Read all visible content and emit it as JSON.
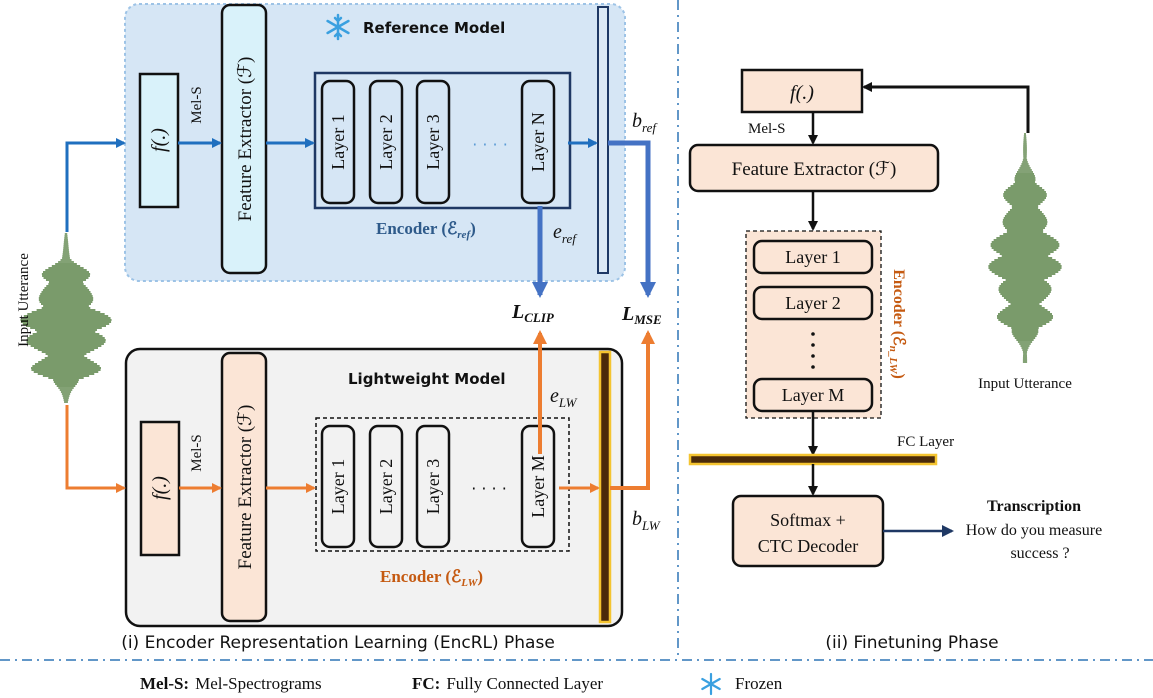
{
  "reference_model": {
    "title": "Reference Model",
    "f_label": "f(.)",
    "mels_label": "Mel-S",
    "feature_extractor": "Feature Extractor (ℱ)",
    "layers": [
      "Layer 1",
      "Layer 2",
      "Layer 3",
      "Layer N"
    ],
    "dots": "· · · ·",
    "encoder_label": "Encoder (ℰ",
    "encoder_sub": "ref",
    "b_label": "b",
    "b_sub": "ref",
    "e_label": "e",
    "e_sub": "ref"
  },
  "lightweight_model": {
    "title": "Lightweight Model",
    "f_label": "f(.)",
    "mels_label": "Mel-S",
    "feature_extractor": "Feature Extractor (ℱ)",
    "layers": [
      "Layer 1",
      "Layer 2",
      "Layer 3",
      "Layer M"
    ],
    "dots": "· · · ·",
    "encoder_label": "Encoder (ℰ",
    "encoder_sub": "LW",
    "b_label": "b",
    "b_sub": "LW",
    "e_label": "e",
    "e_sub": "LW"
  },
  "losses": {
    "clip": "L",
    "clip_sub": "CLIP",
    "mse": "L",
    "mse_sub": "MSE"
  },
  "left_input_label": "Input Utterance",
  "phase_i_caption": "(i) Encoder Representation Learning (EncRL) Phase",
  "finetune": {
    "f_label": "f(.)",
    "mels_label": "Mel-S",
    "feature_extractor": "Feature Extractor (ℱ)",
    "layers": [
      "Layer 1",
      "Layer 2",
      "Layer M"
    ],
    "encoder_label": "Encoder (ℰ",
    "encoder_sub": "n_LW",
    "fc_label": "FC Layer",
    "decoder_line1": "Softmax +",
    "decoder_line2": "CTC Decoder",
    "transcription_title": "Transcription",
    "transcription_line1": "How do you measure",
    "transcription_line2": "success ?",
    "input_label": "Input Utterance"
  },
  "phase_ii_caption": "(ii) Finetuning Phase",
  "legend": {
    "mels_key": "Mel-S:",
    "mels_value": "Mel-Spectrograms",
    "fc_key": "FC:",
    "fc_value": "Fully Connected Layer",
    "frozen_value": "Frozen"
  },
  "colors": {
    "blue_arrow": "#1f6fbf",
    "orange_arrow": "#ed7d31",
    "ref_bg": "#d6e6f5",
    "ref_box": "#d9f2fa",
    "lw_bg": "#f2f2f2",
    "lw_box": "#fbe5d6",
    "encoder_blue_text": "#2e5a8a",
    "encoder_orange_text": "#c55a11",
    "waveform": "#4e7a3a",
    "fc_bar": "#4a2a0a"
  }
}
